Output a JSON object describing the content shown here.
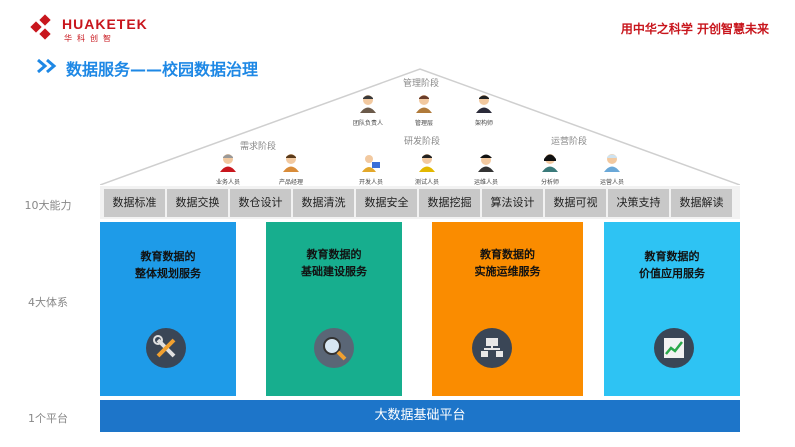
{
  "header": {
    "logo_text": "HUAKETEK",
    "logo_sub": "华科创智",
    "slogan": "用中华之科学  开创智慧未来",
    "title": "数据服务——校园数据治理"
  },
  "roof": {
    "stages": [
      {
        "label": "管理阶段"
      },
      {
        "label": "需求阶段"
      },
      {
        "label": "研发阶段"
      },
      {
        "label": "运营阶段"
      }
    ],
    "people": [
      {
        "label": "团队负责人",
        "icon": "manager-icon"
      },
      {
        "label": "管理层",
        "icon": "executive-icon"
      },
      {
        "label": "架构师",
        "icon": "architect-icon"
      },
      {
        "label": "业务人员",
        "icon": "business-user-icon"
      },
      {
        "label": "产品经理",
        "icon": "product-manager-icon"
      },
      {
        "label": "开发人员",
        "icon": "developer-icon"
      },
      {
        "label": "测试人员",
        "icon": "tester-icon"
      },
      {
        "label": "运维人员",
        "icon": "ops-engineer-icon"
      },
      {
        "label": "分析师",
        "icon": "analyst-icon"
      },
      {
        "label": "运营人员",
        "icon": "operator-icon"
      }
    ]
  },
  "row_labels": {
    "capabilities": "10大能力",
    "systems": "4大体系",
    "platform": "1个平台"
  },
  "capabilities": [
    "数据标准",
    "数据交换",
    "数仓设计",
    "数据清洗",
    "数据安全",
    "数据挖掘",
    "算法设计",
    "数据可视",
    "决策支持",
    "数据解读"
  ],
  "pillars": [
    {
      "line1": "教育数据的",
      "line2": "整体规划服务",
      "color": "#1e9be8",
      "icon": "tools-icon"
    },
    {
      "line1": "教育数据的",
      "line2": "基础建设服务",
      "color": "#17ae8e",
      "icon": "magnifier-icon"
    },
    {
      "line1": "教育数据的",
      "line2": "实施运维服务",
      "color": "#fa8c00",
      "icon": "network-icon"
    },
    {
      "line1": "教育数据的",
      "line2": "价值应用服务",
      "color": "#2ec3f3",
      "icon": "chart-growth-icon"
    }
  ],
  "platform": {
    "label": "大数据基础平台"
  },
  "colors": {
    "brand_red": "#c8161d",
    "title_blue": "#1e88e5",
    "platform_blue": "#1d75c9"
  }
}
